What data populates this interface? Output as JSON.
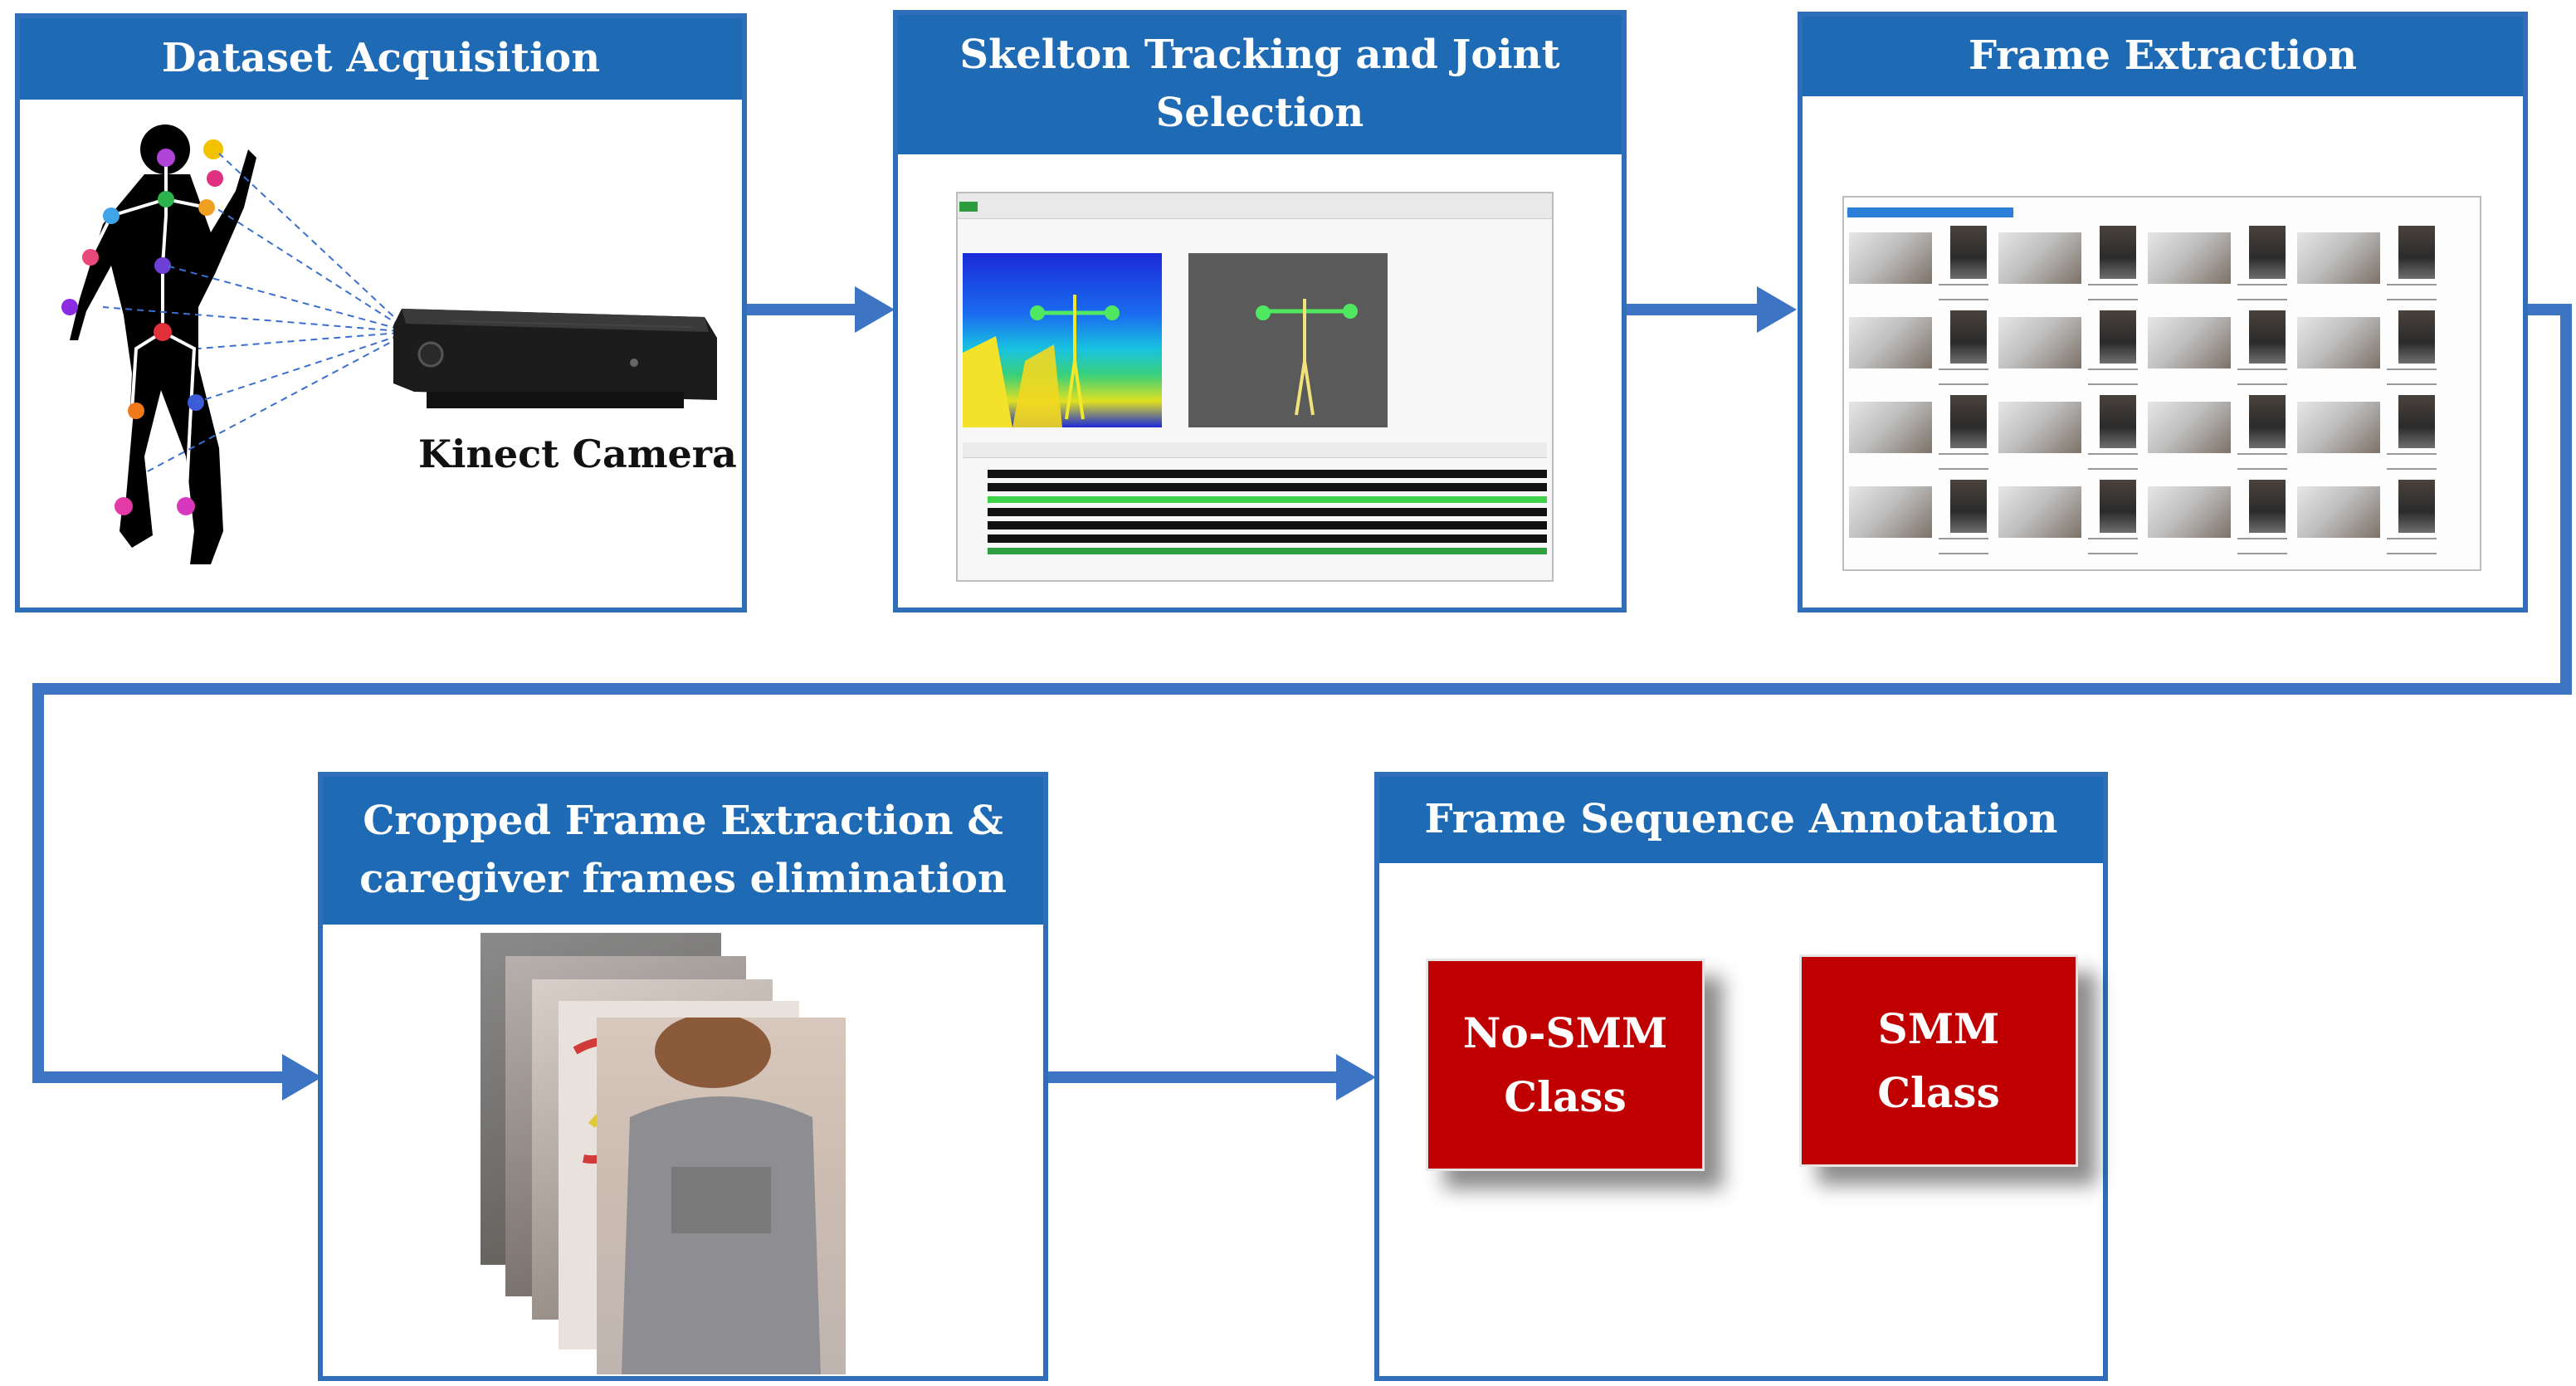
{
  "colors": {
    "frame_blue": "#2f6fb9",
    "header_blue": "#1e6ab4",
    "class_red": "#c00000"
  },
  "panels": {
    "dataset": {
      "title": "Dataset Acquisition",
      "camera_label": "Kinect Camera"
    },
    "skeleton": {
      "title_line1": "Skelton  Tracking and Joint",
      "title_line2": "Selection"
    },
    "frame_extraction": {
      "title": "Frame Extraction"
    },
    "cropped": {
      "title_line1": "Cropped Frame Extraction &",
      "title_line2": "caregiver frames elimination"
    },
    "annotation": {
      "title": "Frame Sequence Annotation"
    }
  },
  "classes": [
    {
      "line1": "No-SMM",
      "line2": "Class"
    },
    {
      "line1": "SMM",
      "line2": "Class"
    }
  ],
  "icons": {
    "skeleton": "human-skeleton-icon",
    "camera": "kinect-camera-icon",
    "app": "skeleton-tracking-app-screenshot",
    "grid": "frame-grid-screenshot",
    "stack": "cropped-frames-stack-icon"
  }
}
